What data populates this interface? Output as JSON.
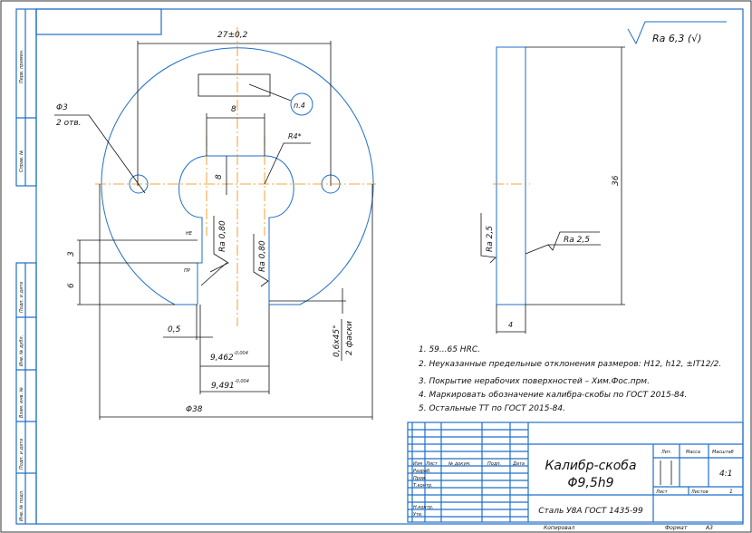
{
  "drawing": {
    "dimensions": {
      "center_distance": "27±0,2",
      "slot_width": "8",
      "slot_height": "8",
      "radius": "R4*",
      "hole_diameter": "Φ3",
      "hole_count": "2 отв.",
      "marking_ref": "п.4",
      "ne_label": "НЕ",
      "pr_label": "ПР",
      "step_3": "3",
      "step_6": "6",
      "offset": "0,5",
      "ne_size": "9,462",
      "ne_tol": "-0,004",
      "pr_size": "9,491",
      "pr_tol": "-0,004",
      "outer_diameter": "Φ38",
      "chamfer": "0,6x45°",
      "chamfer_count": "2 фаски",
      "roughness_left": "Ra 0,80",
      "roughness_right": "Ra 0,80",
      "thickness": "4",
      "height": "36",
      "side_roughness_left": "Ra 2,5",
      "side_roughness_right": "Ra 2,5",
      "general_roughness": "Ra 6,3 (√)"
    },
    "notes": [
      "1. 59...65 HRC.",
      "2. Неуказанные предельные отклонения размеров: H12, h12, ±IT12/2.",
      "3. Покрытие нерабочих поверхностей – Хим.Фос.прм.",
      "4. Маркировать обозначение калибра-скобы по ГОСТ 2015-84.",
      "5. Остальные ТТ по ГОСТ 2015-84."
    ]
  },
  "side_strip": [
    "Перв. примен.",
    "Справ. №",
    "Подп. и дата",
    "Инв. № дубл.",
    "Взам. инв. №",
    "Подп. и дата",
    "Инв. № подл."
  ],
  "title_block": {
    "headers": [
      "Изм",
      "Лист",
      "№ докум.",
      "Подп.",
      "Дата"
    ],
    "roles": [
      "Разраб.",
      "Пров.",
      "Т.контр.",
      "Н.контр.",
      "Утв."
    ],
    "name": "Калибр-скоба",
    "designation": "Φ9,5h9",
    "material": "Сталь У8А ГОСТ 1435-99",
    "lit_label": "Лит.",
    "mass_label": "Масса",
    "scale_label": "Масштаб",
    "scale": "4:1",
    "sheet_label": "Лист",
    "sheets_label": "Листов",
    "sheets": "1",
    "copied": "Копировал",
    "format_label": "Формат",
    "format": "А3"
  }
}
